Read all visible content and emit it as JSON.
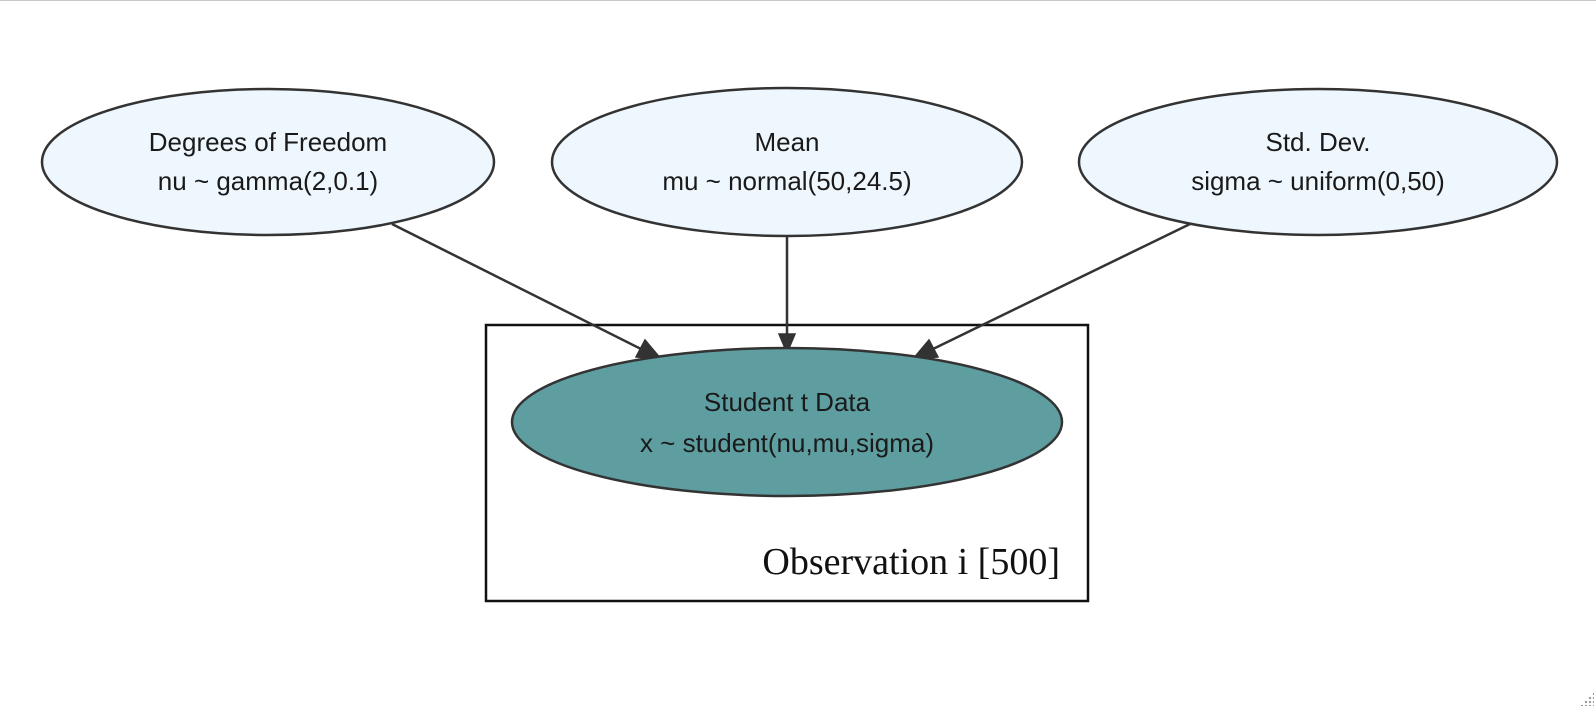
{
  "nodes": {
    "nu": {
      "title": "Degrees of Freedom",
      "formula": "nu ~ gamma(2,0.1)",
      "fill_color": "#eff7fe",
      "stroke_color": "#333333"
    },
    "mu": {
      "title": "Mean",
      "formula": "mu ~ normal(50,24.5)",
      "fill_color": "#eff7fe",
      "stroke_color": "#333333"
    },
    "sigma": {
      "title": "Std. Dev.",
      "formula": "sigma ~ uniform(0,50)",
      "fill_color": "#eff7fe",
      "stroke_color": "#333333"
    },
    "x": {
      "title": "Student t Data",
      "formula": "x ~ student(nu,mu,sigma)",
      "fill_color": "#5f9ea0",
      "stroke_color": "#333333"
    }
  },
  "plate": {
    "label": "Observation i [500]",
    "stroke_color": "#111111"
  },
  "edges": [
    {
      "from": "nu",
      "to": "x"
    },
    {
      "from": "mu",
      "to": "x"
    },
    {
      "from": "sigma",
      "to": "x"
    }
  ]
}
